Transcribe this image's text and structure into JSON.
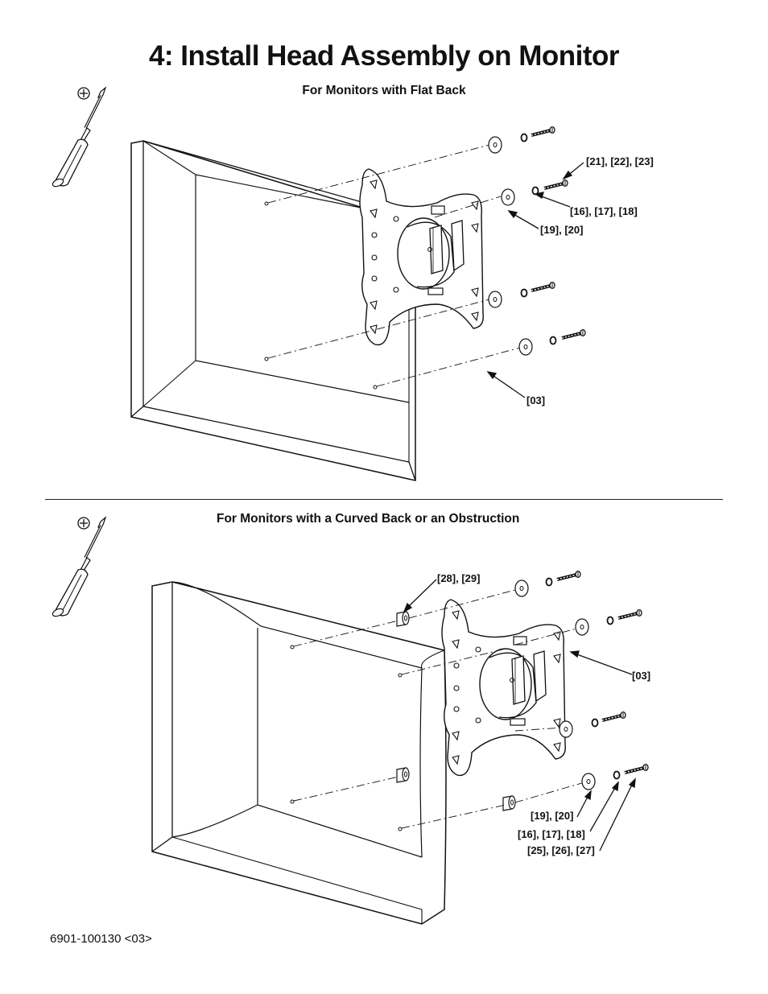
{
  "page": {
    "title": "4: Install Head Assembly on Monitor",
    "footer": "6901-100130 <03>"
  },
  "section_flat": {
    "heading": "For Monitors with Flat Back",
    "labels": {
      "screws": "[21], [22], [23]",
      "lock_washers": "[16], [17], [18]",
      "washers": "[19], [20]",
      "plate": "[03]"
    }
  },
  "section_curved": {
    "heading": "For Monitors with a Curved Back or an Obstruction",
    "labels": {
      "spacers": "[28], [29]",
      "plate": "[03]",
      "washers": "[19], [20]",
      "lock_washers": "[16], [17], [18]",
      "screws": "[25], [26], [27]"
    }
  },
  "icons": [
    "phillips-screwdriver-icon",
    "phillips-screwdriver-icon"
  ]
}
